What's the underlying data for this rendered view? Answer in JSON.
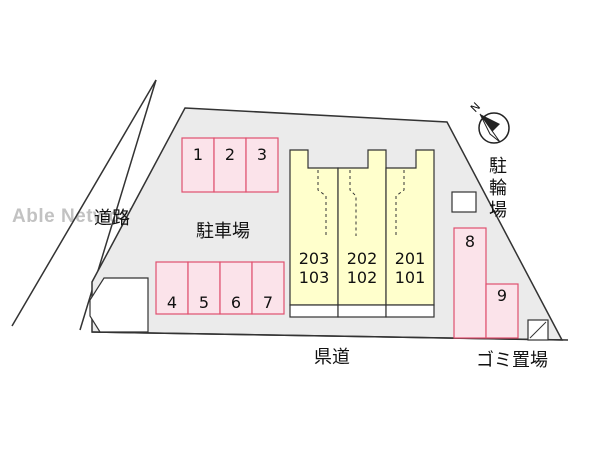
{
  "labels": {
    "road": "道路",
    "parking": "駐車場",
    "prefectural_road": "県道",
    "bicycle_parking": [
      "駐",
      "輪",
      "場"
    ],
    "garbage": "ゴミ置場"
  },
  "parking_spaces": [
    "1",
    "2",
    "3",
    "4",
    "5",
    "6",
    "7",
    "8",
    "9"
  ],
  "units": {
    "left": [
      "203",
      "103"
    ],
    "middle": [
      "202",
      "102"
    ],
    "right": [
      "201",
      "101"
    ]
  },
  "compass": {
    "label": "N"
  },
  "watermark": "Able Network",
  "colors": {
    "lot": "#ebebeb",
    "building": "#ffffcc",
    "parking_fill": "#fbe3ea",
    "parking_border": "#e0506e",
    "line": "#333333"
  }
}
